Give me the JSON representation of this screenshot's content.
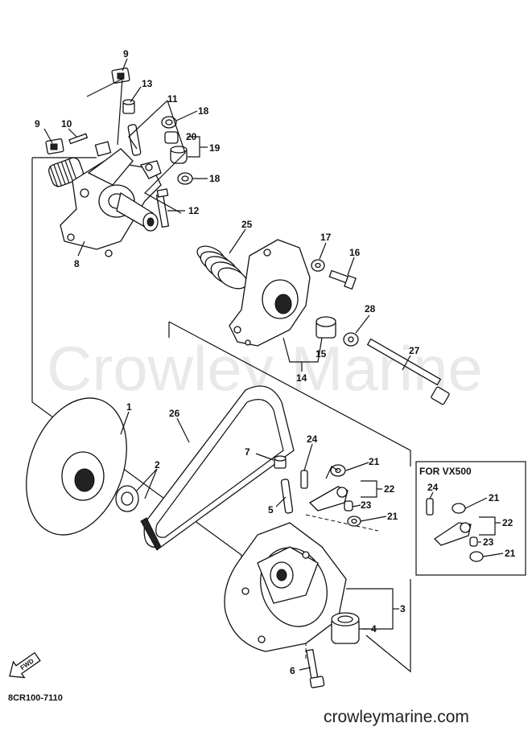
{
  "watermark": "Crowley Marine",
  "website": "crowleymarine.com",
  "diagram_code": "8CR100-7110",
  "inset_title": "FOR VX500",
  "fwd_label": "FWD",
  "callouts": {
    "c1": "1",
    "c2": "2",
    "c3": "3",
    "c4": "4",
    "c5": "5",
    "c6": "6",
    "c7": "7",
    "c8": "8",
    "c9a": "9",
    "c9b": "9",
    "c10": "10",
    "c11": "11",
    "c12": "12",
    "c13": "13",
    "c14": "14",
    "c15": "15",
    "c16": "16",
    "c17": "17",
    "c18a": "18",
    "c18b": "18",
    "c19": "19",
    "c20": "20",
    "c21a": "21",
    "c21b": "21",
    "c22": "22",
    "c23": "23",
    "c24": "24",
    "c25": "25",
    "c26": "26",
    "c27": "27",
    "c28": "28",
    "v24": "24",
    "v21a": "21",
    "v22": "22",
    "v23": "23",
    "v21b": "21"
  }
}
